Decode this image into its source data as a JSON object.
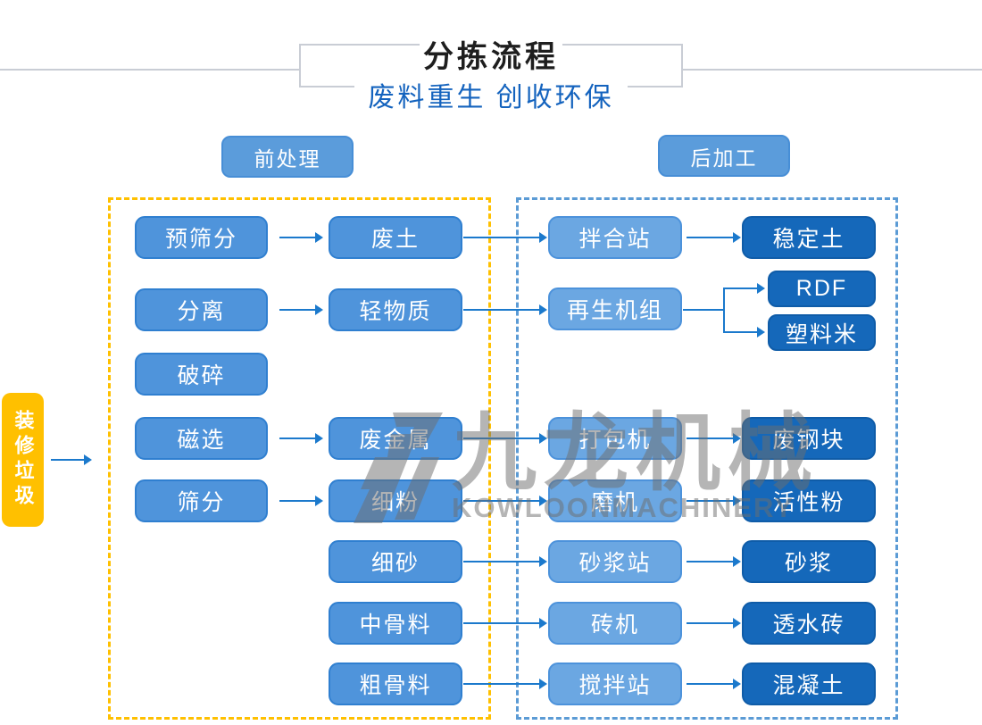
{
  "header": {
    "title": "分拣流程",
    "subtitle": "废料重生 创收环保"
  },
  "sections": {
    "pre_label": "前处理",
    "post_label": "后加工"
  },
  "source": {
    "label": "装修垃圾"
  },
  "flows": [
    {
      "steps": [
        "预筛分",
        "废土",
        "拌合站",
        "稳定土"
      ]
    },
    {
      "steps": [
        "分离",
        "轻物质",
        "再生机组"
      ],
      "outputs": [
        "RDF",
        "塑料米"
      ]
    },
    {
      "steps": [
        "破碎"
      ]
    },
    {
      "steps": [
        "磁选",
        "废金属",
        "打包机",
        "废钢块"
      ]
    },
    {
      "steps": [
        "筛分",
        "细粉",
        "磨机",
        "活性粉"
      ]
    },
    {
      "steps": [
        "细砂",
        "砂浆站",
        "砂浆"
      ]
    },
    {
      "steps": [
        "中骨料",
        "砖机",
        "透水砖"
      ]
    },
    {
      "steps": [
        "粗骨料",
        "搅拌站",
        "混凝土"
      ]
    }
  ],
  "watermark": {
    "cn": "九龙机械",
    "en": "KOWLOONMACHINERY",
    "logo_icon": "kowloon-logo-icon"
  },
  "colors": {
    "process_blue": "#4f94db",
    "station_blue": "#6ba7e2",
    "product_blue": "#1568ba",
    "source_yellow": "#ffc000",
    "pre_box_dash": "#ffc000",
    "post_box_dash": "#5b9bd5",
    "arrow_blue": "#1b79cc",
    "subtitle_blue": "#1463be"
  }
}
